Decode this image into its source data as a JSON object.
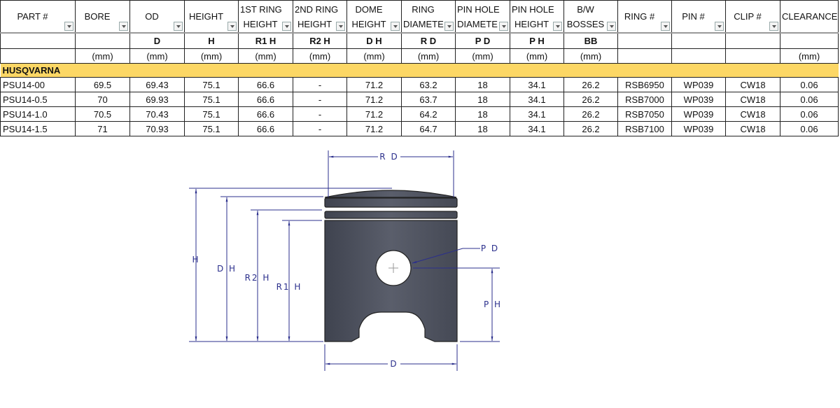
{
  "table": {
    "headers": [
      [
        "PART #"
      ],
      [
        "BORE"
      ],
      [
        "OD"
      ],
      [
        "HEIGHT"
      ],
      [
        "1ST RING",
        "HEIGHT"
      ],
      [
        "2ND RING",
        "HEIGHT"
      ],
      [
        "DOME",
        "HEIGHT"
      ],
      [
        "RING",
        "DIAMETE"
      ],
      [
        "PIN HOLE",
        "DIAMETE"
      ],
      [
        "PIN HOLE",
        "HEIGHT"
      ],
      [
        "B/W",
        "BOSSES"
      ],
      [
        "RING #"
      ],
      [
        "PIN #"
      ],
      [
        "CLIP #"
      ],
      [
        "CLEARANCE"
      ]
    ],
    "codes": [
      "",
      "",
      "D",
      "H",
      "R1 H",
      "R2 H",
      "D H",
      "R D",
      "P D",
      "P H",
      "BB",
      "",
      "",
      "",
      ""
    ],
    "units": [
      "",
      "(mm)",
      "(mm)",
      "(mm)",
      "(mm)",
      "(mm)",
      "(mm)",
      "(mm)",
      "(mm)",
      "(mm)",
      "(mm)",
      "",
      "",
      "",
      "(mm)"
    ],
    "brand": "HUSQVARNA",
    "rows": [
      [
        "PSU14-00",
        "69.5",
        "69.43",
        "75.1",
        "66.6",
        "-",
        "71.2",
        "63.2",
        "18",
        "34.1",
        "26.2",
        "RSB6950",
        "WP039",
        "CW18",
        "0.06"
      ],
      [
        "PSU14-0.5",
        "70",
        "69.93",
        "75.1",
        "66.6",
        "-",
        "71.2",
        "63.7",
        "18",
        "34.1",
        "26.2",
        "RSB7000",
        "WP039",
        "CW18",
        "0.06"
      ],
      [
        "PSU14-1.0",
        "70.5",
        "70.43",
        "75.1",
        "66.6",
        "-",
        "71.2",
        "64.2",
        "18",
        "34.1",
        "26.2",
        "RSB7050",
        "WP039",
        "CW18",
        "0.06"
      ],
      [
        "PSU14-1.5",
        "71",
        "70.93",
        "75.1",
        "66.6",
        "-",
        "71.2",
        "64.7",
        "18",
        "34.1",
        "26.2",
        "RSB7100",
        "WP039",
        "CW18",
        "0.06"
      ]
    ],
    "filter_columns": [
      true,
      true,
      true,
      true,
      true,
      true,
      true,
      true,
      true,
      true,
      true,
      true,
      true,
      true,
      false
    ],
    "brand_color": "#fcd765"
  },
  "diagram": {
    "labels": {
      "rd": "R D",
      "pd": "P D",
      "h": "H",
      "dh": "D H",
      "r2h": "R2 H",
      "r1h": "R1 H",
      "ph": "P H",
      "d": "D"
    },
    "line_color": "#2b2f8c",
    "piston_color": "#4f5360"
  }
}
